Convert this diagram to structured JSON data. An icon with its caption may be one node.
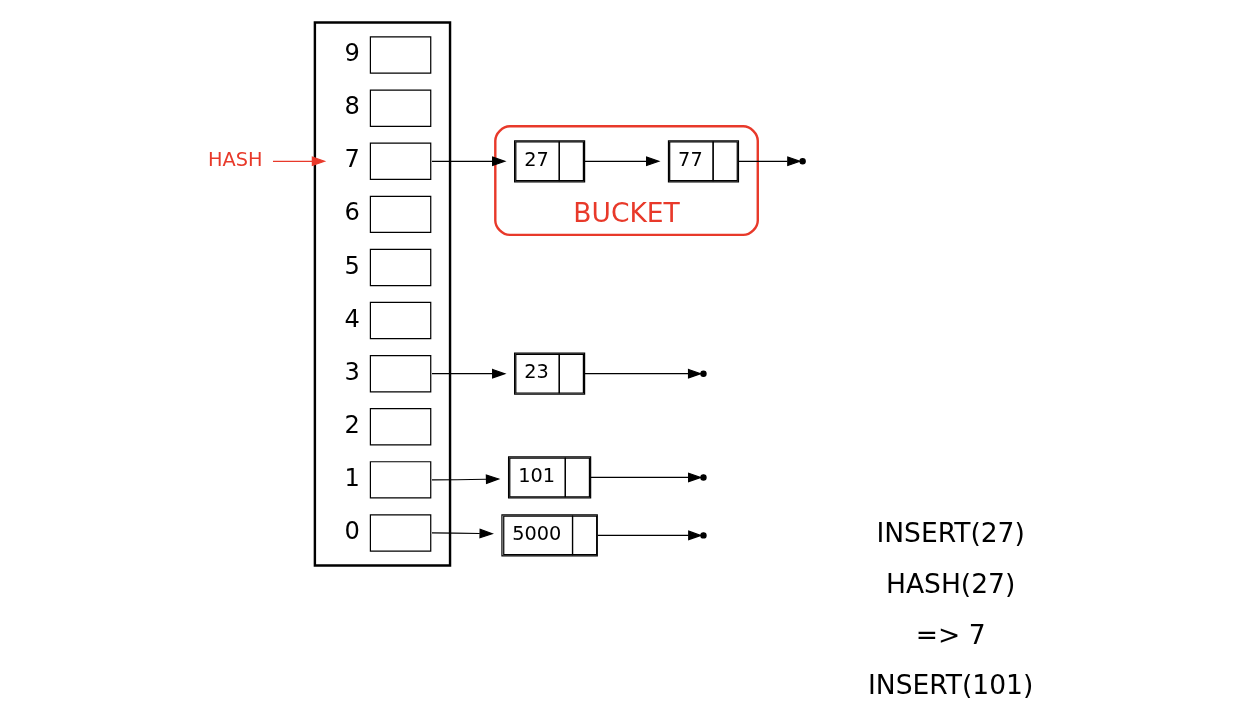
{
  "diagram": {
    "nodes": [
      {
        "text": [],
        "shape": "box"
      },
      {
        "text": [],
        "shape": "box",
        "in": 0,
        "beside": [
          "0"
        ]
      },
      {
        "text": [],
        "shape": "box",
        "in": 0,
        "beside": [
          "1"
        ]
      },
      {
        "text": [],
        "shape": "box",
        "in": 0,
        "beside": [
          "2"
        ]
      },
      {
        "text": [],
        "shape": "box",
        "in": 0,
        "beside": [
          "3"
        ]
      },
      {
        "text": [],
        "shape": "box",
        "in": 0,
        "beside": [
          "4"
        ]
      },
      {
        "text": [],
        "shape": "box",
        "in": 0,
        "beside": [
          "5"
        ]
      },
      {
        "text": [],
        "shape": "box",
        "in": 0,
        "beside": [
          "6"
        ]
      },
      {
        "text": [],
        "shape": "box",
        "in": 0,
        "beside": [
          "7"
        ]
      },
      {
        "text": [],
        "shape": "box",
        "in": 0,
        "beside": [
          "8"
        ]
      },
      {
        "text": [],
        "shape": "box",
        "in": 0,
        "beside": [
          "9"
        ]
      },
      {
        "text": [
          "5000"
        ]
      },
      {
        "text": [
          "101"
        ]
      },
      {
        "text": [
          "23"
        ]
      },
      {
        "text": [
          "BUCKET"
        ]
      },
      {
        "text": [
          "27"
        ],
        "in": 14
      },
      {
        "text": [
          "77"
        ],
        "in": 14
      },
      {
        "text": [
          "HASH"
        ]
      }
    ],
    "edges": [
      {
        "from": 1,
        "to": 11,
        "arrow": "to"
      },
      {
        "from": 2,
        "to": 12,
        "arrow": "to"
      },
      {
        "from": 4,
        "to": 13,
        "arrow": "to"
      },
      {
        "from": 8,
        "to": 15,
        "arrow": "to"
      },
      {
        "from": 15,
        "to": 16,
        "arrow": "to"
      },
      {
        "from": 11,
        "to": null,
        "arrow": "to"
      },
      {
        "from": 12,
        "to": null,
        "arrow": "to"
      },
      {
        "from": 13,
        "to": null,
        "arrow": "to"
      },
      {
        "from": 16,
        "to": null,
        "arrow": "to"
      },
      {
        "from": 17,
        "to": 8,
        "arrow": "to",
        "color": "#e8392a"
      }
    ],
    "labels": [
      "INSERT(27)",
      "HASH(27)",
      "=> 7",
      "INSERT(101)"
    ]
  }
}
